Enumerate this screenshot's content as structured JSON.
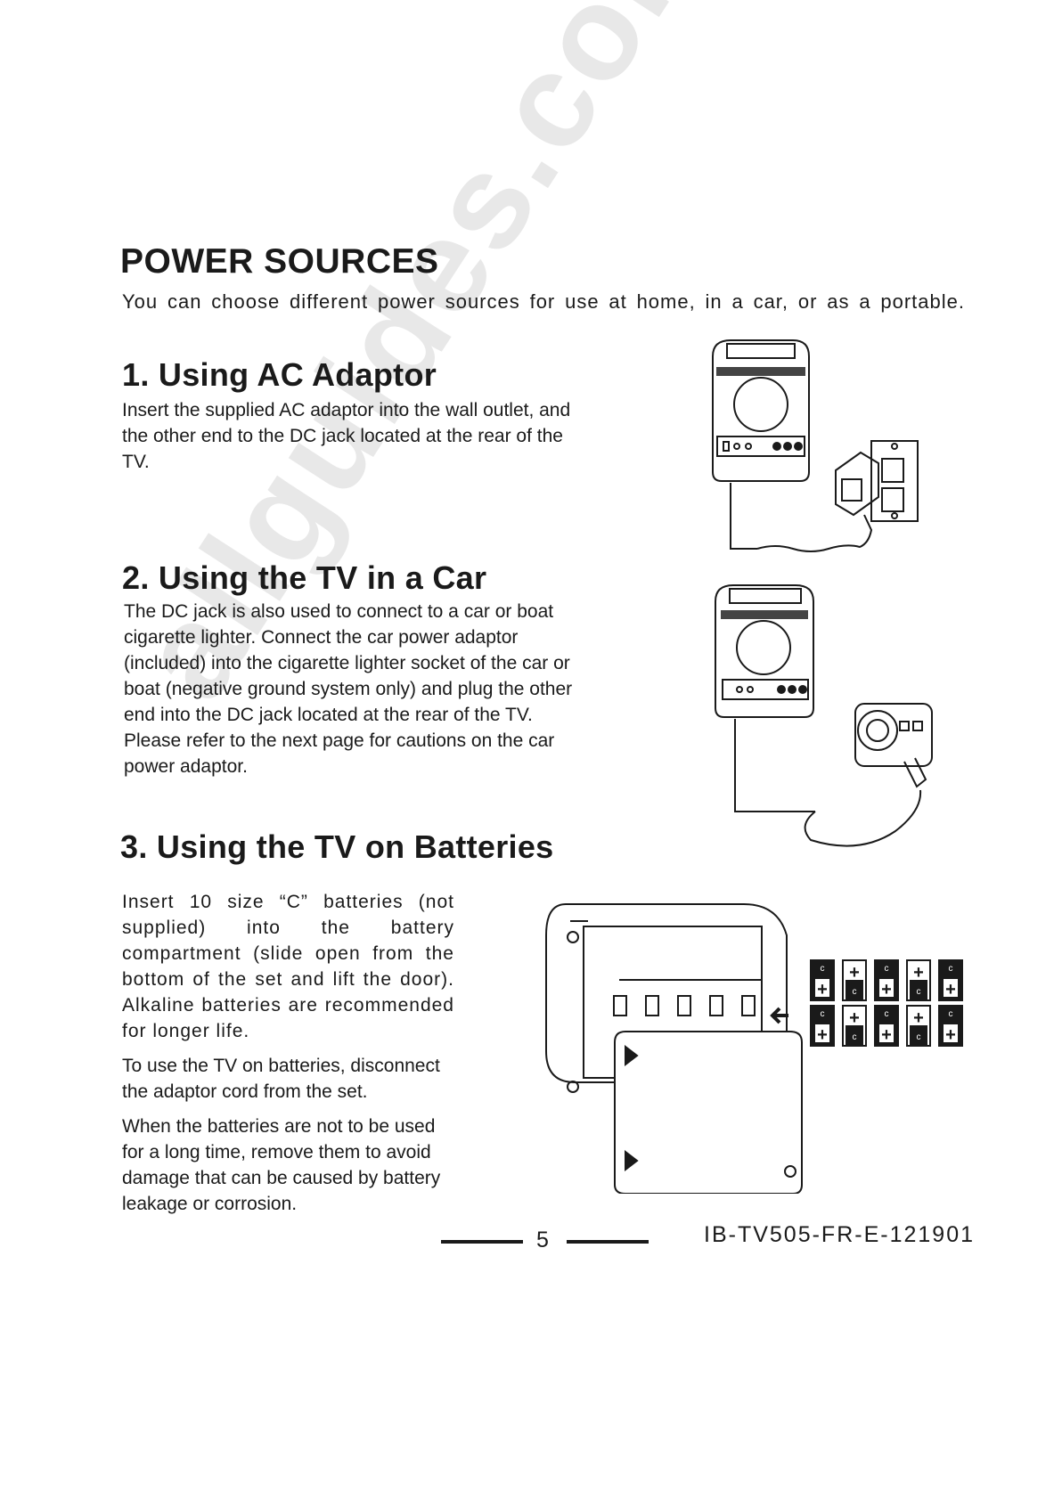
{
  "page": {
    "title": "POWER SOURCES",
    "intro": "You can choose different power sources for use at home, in a car, or as a portable."
  },
  "sections": [
    {
      "heading": "1.  Using AC Adaptor",
      "paragraphs": [
        "Insert the supplied AC adaptor into the wall outlet, and the other end to the DC jack located at the rear of the TV."
      ]
    },
    {
      "heading": "2.  Using the TV in a Car",
      "paragraphs": [
        "The DC jack is also used to connect to a car or boat cigarette lighter.  Connect the car power adaptor (included) into the cigarette lighter socket of the car or boat (negative ground system only) and plug the other end into the DC jack located at the rear of the TV.  Please refer to the next page for cautions on the car power adaptor."
      ]
    },
    {
      "heading": "3.  Using the TV on Batteries",
      "paragraphs": [
        "Insert 10 size “C” batteries (not supplied) into the battery compartment (slide open from the bottom of the set and lift the door). Alkaline batteries are recommended for longer life.",
        "To use the TV on batteries, disconnect the adaptor cord from the set.",
        "When the batteries are not to be used for a long time, remove them to avoid damage that can be caused by battery leakage or corrosion."
      ]
    }
  ],
  "watermark": "allguides.com",
  "battery_symbols": {
    "plus": "+",
    "minus": "c"
  },
  "footer": {
    "page_number": "5",
    "doc_code": "IB-TV505-FR-E-121901"
  }
}
